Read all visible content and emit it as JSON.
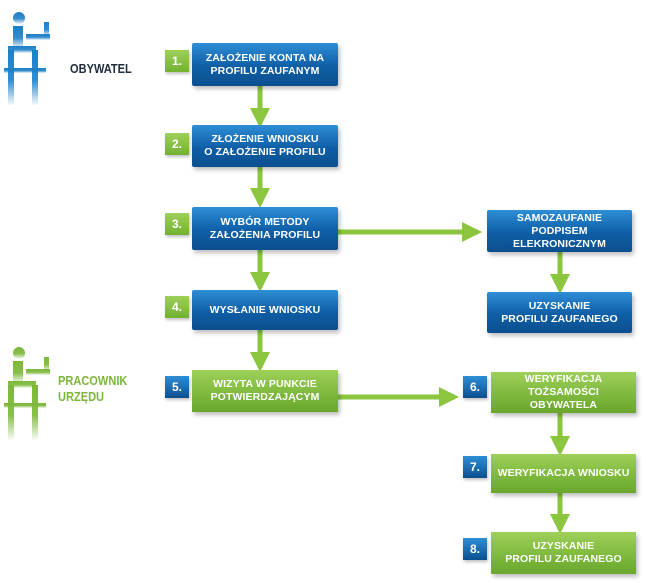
{
  "lanes": [
    {
      "lines": [
        "OBYWATEL"
      ],
      "color": "#1f2d3d",
      "icon": "person-at-computer-icon"
    },
    {
      "lines": [
        "PRACOWNIK",
        "URZĘDU"
      ],
      "color": "#7cb73b",
      "icon": "person-at-computer-icon"
    }
  ],
  "steps": [
    {
      "number": "1.",
      "lines": [
        "ZAŁOŻENIE KONTA NA",
        "PROFILU ZAUFANYM"
      ]
    },
    {
      "number": "2.",
      "lines": [
        "ZŁOŻENIE WNIOSKU",
        "O ZAŁOŻENIE PROFILU"
      ]
    },
    {
      "number": "3.",
      "lines": [
        "WYBÓR METODY",
        "ZAŁOŻENIA PROFILU"
      ]
    },
    {
      "number": "4.",
      "lines": [
        "WYSŁANIE WNIOSKU"
      ]
    },
    {
      "number": "5.",
      "lines": [
        "WIZYTA W PUNKCIE",
        "POTWIERDZAJĄCYM"
      ]
    },
    {
      "number": "6.",
      "lines": [
        "WERYFIKACJA TOŻSAMOŚCI",
        "OBYWATELA"
      ]
    },
    {
      "number": "7.",
      "lines": [
        "WERYFIKACJA WNIOSKU"
      ]
    },
    {
      "number": "8.",
      "lines": [
        "UZYSKANIE",
        "PROFILU ZAUFANEGO"
      ]
    }
  ],
  "branch": [
    {
      "lines": [
        "SAMOZAUFANIE",
        "PODPISEM ELEKRONICZNYM"
      ]
    },
    {
      "lines": [
        "UZYSKANIE",
        "PROFILU ZAUFANEGO"
      ]
    }
  ],
  "colors": {
    "blue": "#0f5ea6",
    "green": "#7cb73b",
    "arrow": "#8cc63f"
  }
}
